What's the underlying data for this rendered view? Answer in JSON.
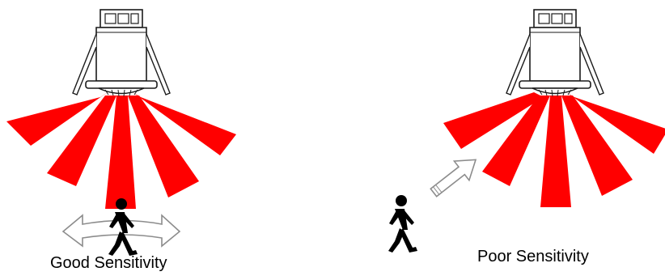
{
  "colors": {
    "beam": "#ff0000",
    "outline": "#1a1a1a",
    "arrow_fill": "#ffffff",
    "arrow_stroke": "#8c8c8c",
    "person": "#000000"
  },
  "panels": [
    {
      "caption": "Good Sensitivity",
      "motion": "across-beams",
      "icons": [
        "motion-sensor-icon",
        "person-walking-icon",
        "double-arrow-icon"
      ]
    },
    {
      "caption": "Poor Sensitivity",
      "motion": "toward-sensor",
      "icons": [
        "motion-sensor-icon",
        "person-walking-icon",
        "single-arrow-icon"
      ]
    }
  ]
}
